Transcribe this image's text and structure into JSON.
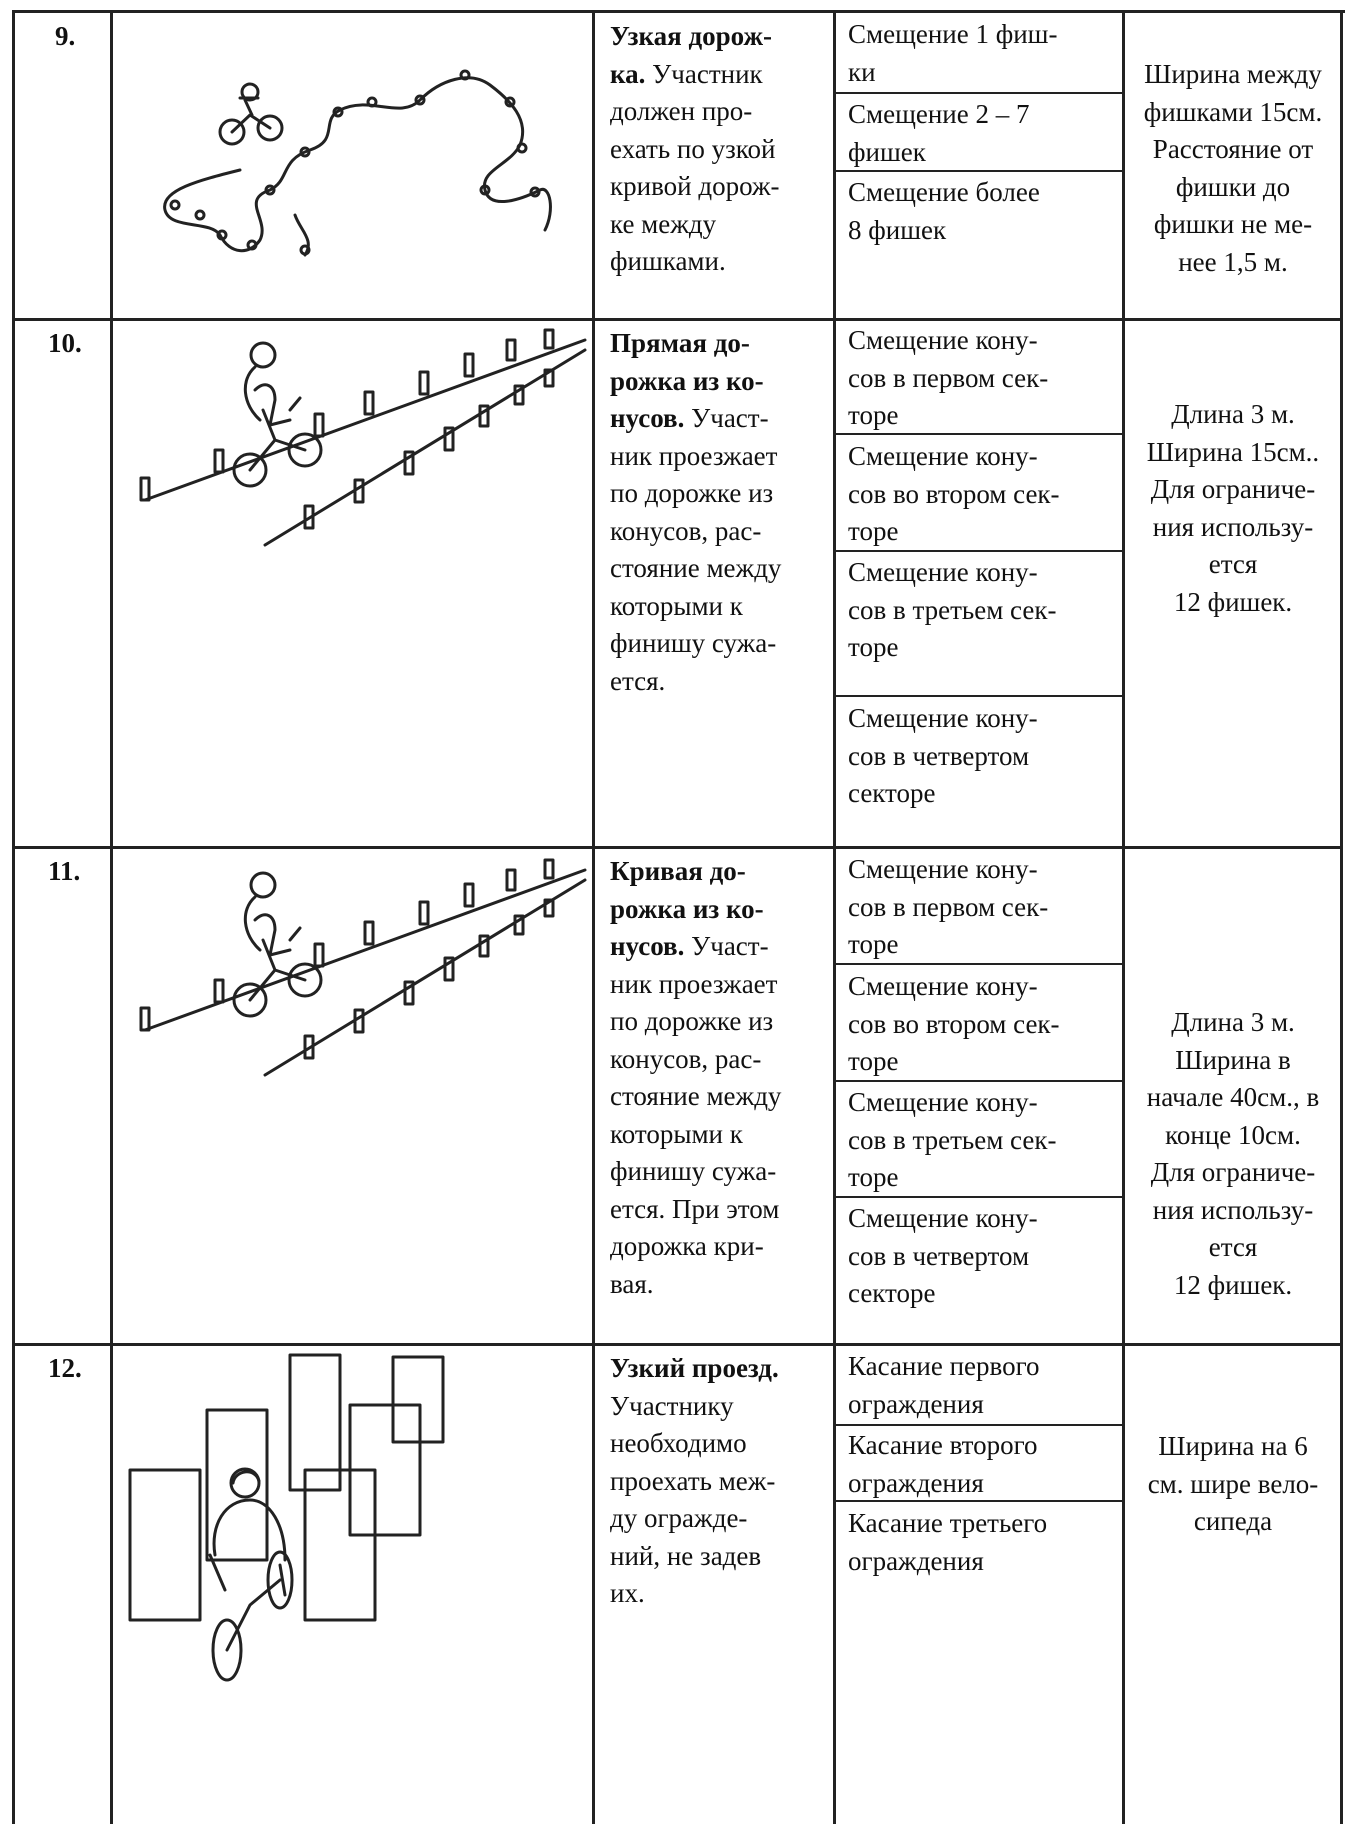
{
  "rows": [
    {
      "num": "9.",
      "title": "Узкая дорож-\nка.",
      "text": " Участник\nдолжен про-\nехать по узкой\nкривой дорож-\nке между\nфишками.",
      "penalties": [
        "Смещение 1 фиш-\nки",
        "Смещение 2 – 7\nфишек",
        "Смещение более\n8 фишек"
      ],
      "conditions": "Ширина между\nфишками 15см.\nРасстояние от\nфишки до\nфишки не ме-\nнее 1,5 м."
    },
    {
      "num": "10.",
      "title": "Прямая до-\nрожка из ко-\nнусов.",
      "text": " Участ-\nник проезжает\nпо дорожке из\nконусов, рас-\nстояние между\nкоторыми к\nфинишу сужа-\nется.",
      "penalties": [
        "Смещение кону-\nсов в первом сек-\nторе",
        "Смещение кону-\nсов во втором сек-\nторе",
        "Смещение кону-\nсов в третьем сек-\nторе",
        "Смещение кону-\nсов в четвертом\nсекторе"
      ],
      "conditions": "Длина 3 м.\nШирина 15см..\nДля ограниче-\nния использу-\nется\n12 фишек."
    },
    {
      "num": "11.",
      "title": "Кривая до-\nрожка из ко-\nнусов.",
      "text": " Участ-\nник проезжает\nпо дорожке из\nконусов, рас-\nстояние между\nкоторыми к\nфинишу сужа-\nется. При этом\nдорожка кри-\nвая.",
      "penalties": [
        "Смещение кону-\nсов в первом сек-\nторе",
        "Смещение кону-\nсов во втором сек-\nторе",
        "Смещение кону-\nсов в третьем сек-\nторе",
        "Смещение кону-\nсов в четвертом\nсекторе"
      ],
      "conditions": "Длина 3 м.\nШирина в\nначале 40см., в\nконце 10см.\nДля ограниче-\nния использу-\nется\n12 фишек."
    },
    {
      "num": "12.",
      "title": "Узкий проезд.",
      "text": "\nУчастнику\nнеобходимо\nпроехать меж-\nду огражде-\nний, не задев\nих.",
      "penalties": [
        "Касание первого\nограждения",
        "Касание второго\nограждения",
        "Касание третьего\nограждения"
      ],
      "conditions": "Ширина на 6\nсм. шире вело-\nсипеда"
    }
  ]
}
